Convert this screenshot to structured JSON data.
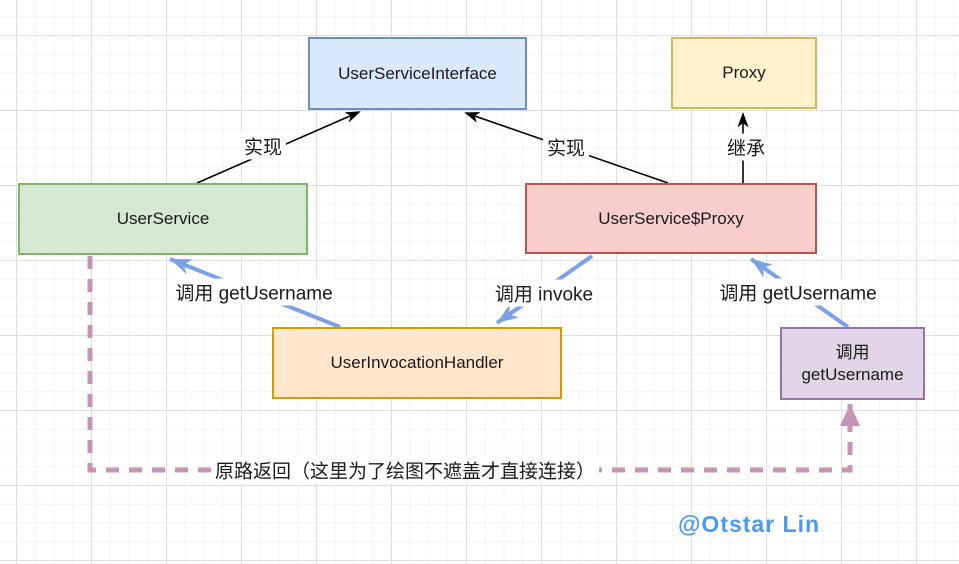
{
  "nodes": {
    "interface": {
      "label": "UserServiceInterface",
      "fill": "#dae8fc",
      "border": "#6c8ebf"
    },
    "proxy": {
      "label": "Proxy",
      "fill": "#fff2cc",
      "border": "#d6b656"
    },
    "user_service": {
      "label": "UserService",
      "fill": "#d5e8d4",
      "border": "#82b366"
    },
    "user_service_proxy": {
      "label": "UserService$Proxy",
      "fill": "#f8cecc",
      "border": "#b85450"
    },
    "invocation_handler": {
      "label": "UserInvocationHandler",
      "fill": "#ffe6cc",
      "border": "#d79b00"
    },
    "call_get_username_box": {
      "label_line1": "调用",
      "label_line2": "getUsername",
      "fill": "#e1d5e7",
      "border": "#9673a6"
    }
  },
  "edge_labels": {
    "implements_left": "实现",
    "implements_right": "实现",
    "extends": "继承",
    "call_getusername_from_handler": "调用 getUsername",
    "call_invoke": "调用 invoke",
    "call_getusername_to_proxy": "调用 getUsername",
    "return_path": "原路返回（这里为了绘图不遮盖才直接连接）"
  },
  "edge_colors": {
    "solid_black": "#000000",
    "call_blue": "#7ca1e6",
    "return_pink": "#c795b3"
  },
  "watermark": {
    "text": "@Otstar Lin",
    "color": "#4a9af0"
  }
}
